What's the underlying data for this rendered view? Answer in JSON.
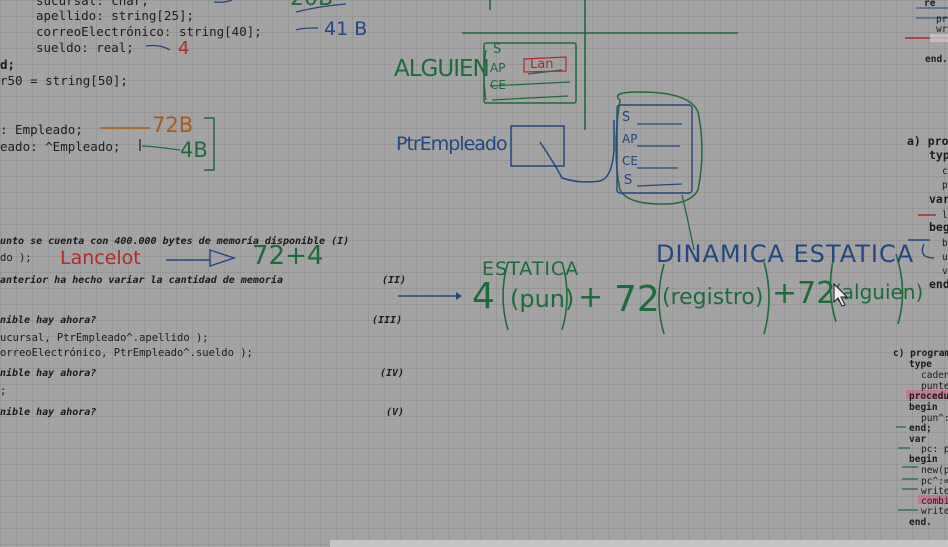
{
  "code_lines": [
    "sucursal: char;",
    "apellido: string[25];",
    "correoElectrónico: string[40];",
    "sueldo: real;",
    "d;",
    "r50 = string[50];",
    ": Empleado;",
    "eado: ^Empleado;"
  ],
  "sentences": {
    "q1": "unto se cuenta con 400.000 bytes de memoria disponible (I)",
    "q1b": "do );",
    "q2": "anterior ha hecho variar la cantidad de memoria",
    "q2_tag": "(II)",
    "q3": "nible hay ahora?",
    "q3_tag": "(III)",
    "q3_code1": "ucursal, PtrEmpleado^.apellido );",
    "q3_code2": "orreoElectrónico, PtrEmpleado^.sueldo );",
    "q4": "nible hay ahora?",
    "q4_tag": "(IV)",
    "q4b": ";",
    "q5": "nible hay ahora?",
    "q5_tag": "(V)"
  },
  "handwriting": {
    "top_value": "20B",
    "size_correo": "41 B",
    "size_sueldo": "4",
    "size_emp": "72B",
    "size_ptr": "4B",
    "alguien": "ALGUIEN",
    "box_s": "S",
    "box_ap": "AP",
    "box_lan": "Lan",
    "box_ce": "CE",
    "ptr_label": "PtrEmpleado",
    "heap_s": "S",
    "heap_ap": "AP",
    "heap_ce": "CE",
    "heap_s2": "S",
    "lancelot": "Lancelot",
    "arrow_sum": "72+4",
    "estatica": "ESTATICA",
    "dinamica": "DINAMICA ESTATICA",
    "formula_4": "4",
    "formula_pun": "(pun)",
    "formula_plus1": "+",
    "formula_72a": "72",
    "formula_registro": "(registro)",
    "formula_72b": "+72",
    "formula_alguien": "(alguien)"
  },
  "right_panel": {
    "a_label": "a) pro",
    "a_lines": [
      "typ",
      "c",
      "p",
      "var",
      "l",
      "beg",
      "b",
      "u",
      "v",
      "end"
    ],
    "c_label": "c) program",
    "c_lines": [
      "type",
      "caden",
      "punte",
      "procedu",
      "begin",
      "pun^:",
      "end;",
      "var",
      "pc: p",
      "begin",
      "new(p",
      "pc^:=",
      "write",
      "combi",
      "write",
      "end."
    ],
    "top_lines": [
      "re",
      "pr",
      "wr",
      "end."
    ]
  },
  "colors": {
    "ink_green": "#1f6a3c",
    "ink_blue": "#23477e",
    "ink_red": "#b02b2b",
    "ink_orange": "#a85b18",
    "highlight_pink": "#c76e8e"
  }
}
